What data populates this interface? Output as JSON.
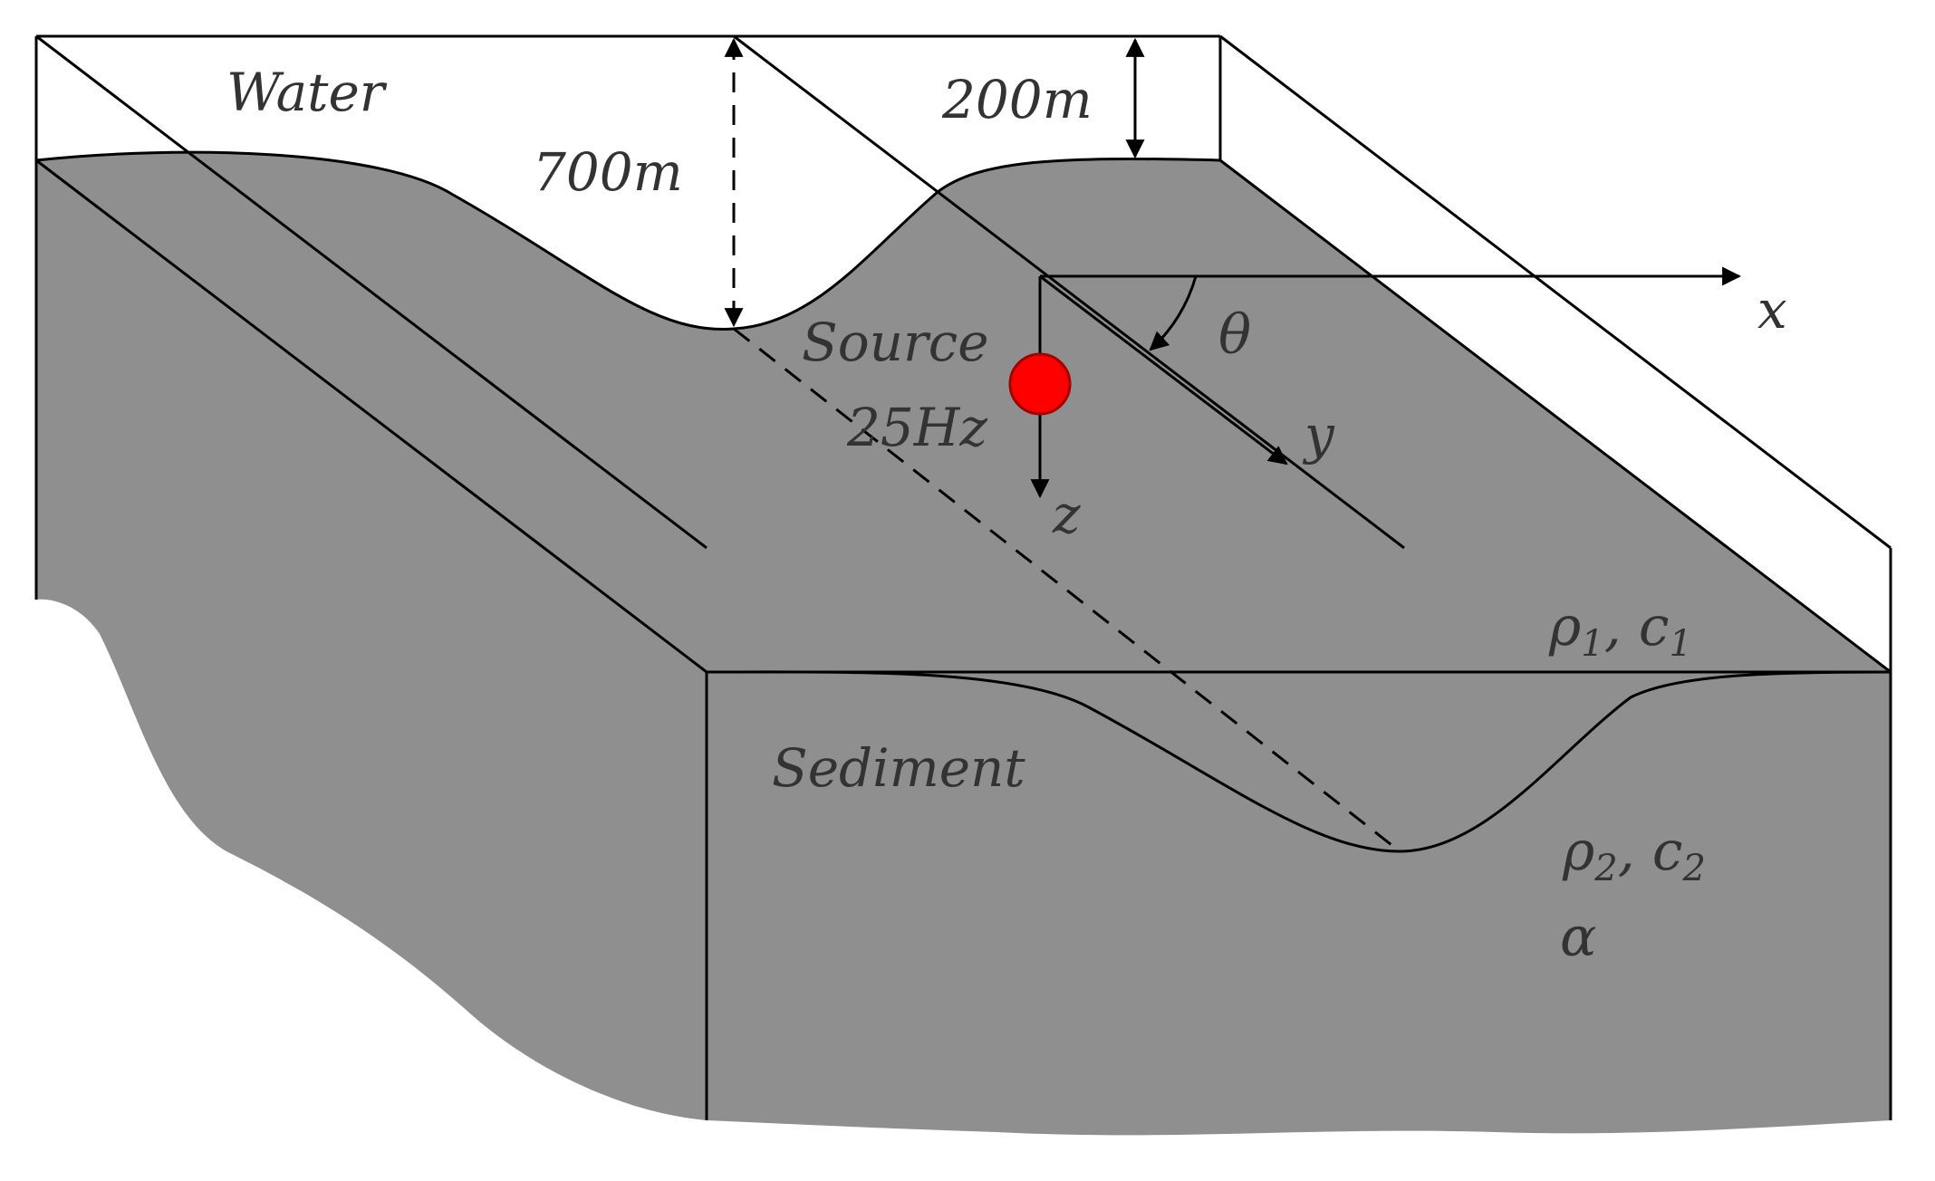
{
  "labels": {
    "water": "Water",
    "depth_deep": "700m",
    "depth_shallow": "200m",
    "source": "Source",
    "frequency": "25Hz",
    "axis_x": "x",
    "axis_y": "y",
    "axis_z": "z",
    "angle": "θ",
    "sediment": "Sediment",
    "layer1_rho": "ρ",
    "layer1_rho_sub": "1",
    "layer1_sep": ", c",
    "layer1_c_sub": "1",
    "layer2_rho": "ρ",
    "layer2_rho_sub": "2",
    "layer2_sep": ", c",
    "layer2_c_sub": "2",
    "attenuation": "α"
  },
  "colors": {
    "sediment_fill": "#8f8f8f",
    "water_fill": "#ffffff",
    "source_fill": "#ff0000",
    "source_stroke": "#a00000",
    "line": "#000000",
    "text": "#333333"
  },
  "icons": {
    "source_marker": "red-circle",
    "dimension_arrow": "double-headed-arrow"
  }
}
